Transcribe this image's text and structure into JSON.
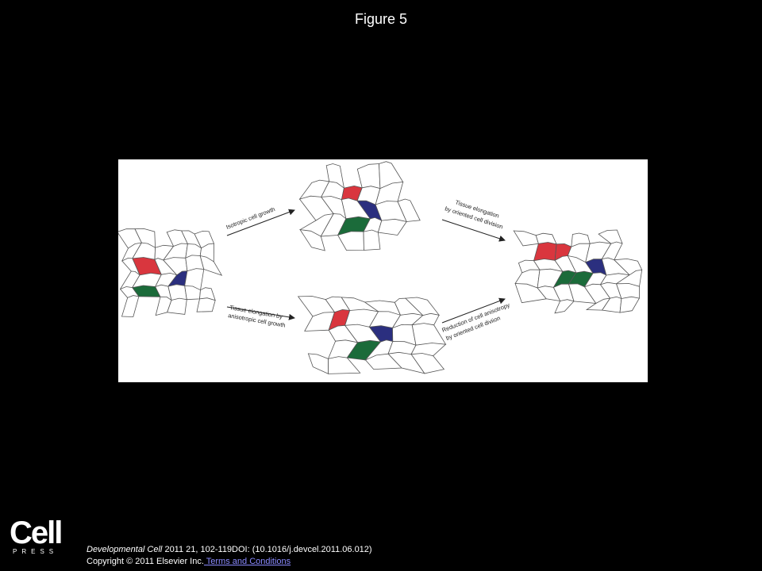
{
  "header": {
    "title": "Figure 5"
  },
  "diagram": {
    "label_top_left": "Isotropic cell growth",
    "label_bottom_left_1": "Tissue elongation by",
    "label_bottom_left_2": "anisotropic cell growth",
    "label_top_right_1": "Tissue elongation",
    "label_top_right_2": "by oriented cell division",
    "label_bottom_right_1": "Reduction of cell anisotropy",
    "label_bottom_right_2": "by oriented cell diviion",
    "colors": {
      "red": "#d9363e",
      "blue": "#2b2f7f",
      "green": "#1b6b3a",
      "edge": "#555555"
    }
  },
  "footer": {
    "logo": "Cell",
    "logo_sub": "PRESS",
    "journal": "Developmental Cell",
    "citation": " 2011 21, 102-119DOI: (10.1016/j.devcel.2011.06.012)",
    "copyright": "Copyright © 2011 Elsevier Inc.",
    "terms_link": " Terms and Conditions"
  }
}
